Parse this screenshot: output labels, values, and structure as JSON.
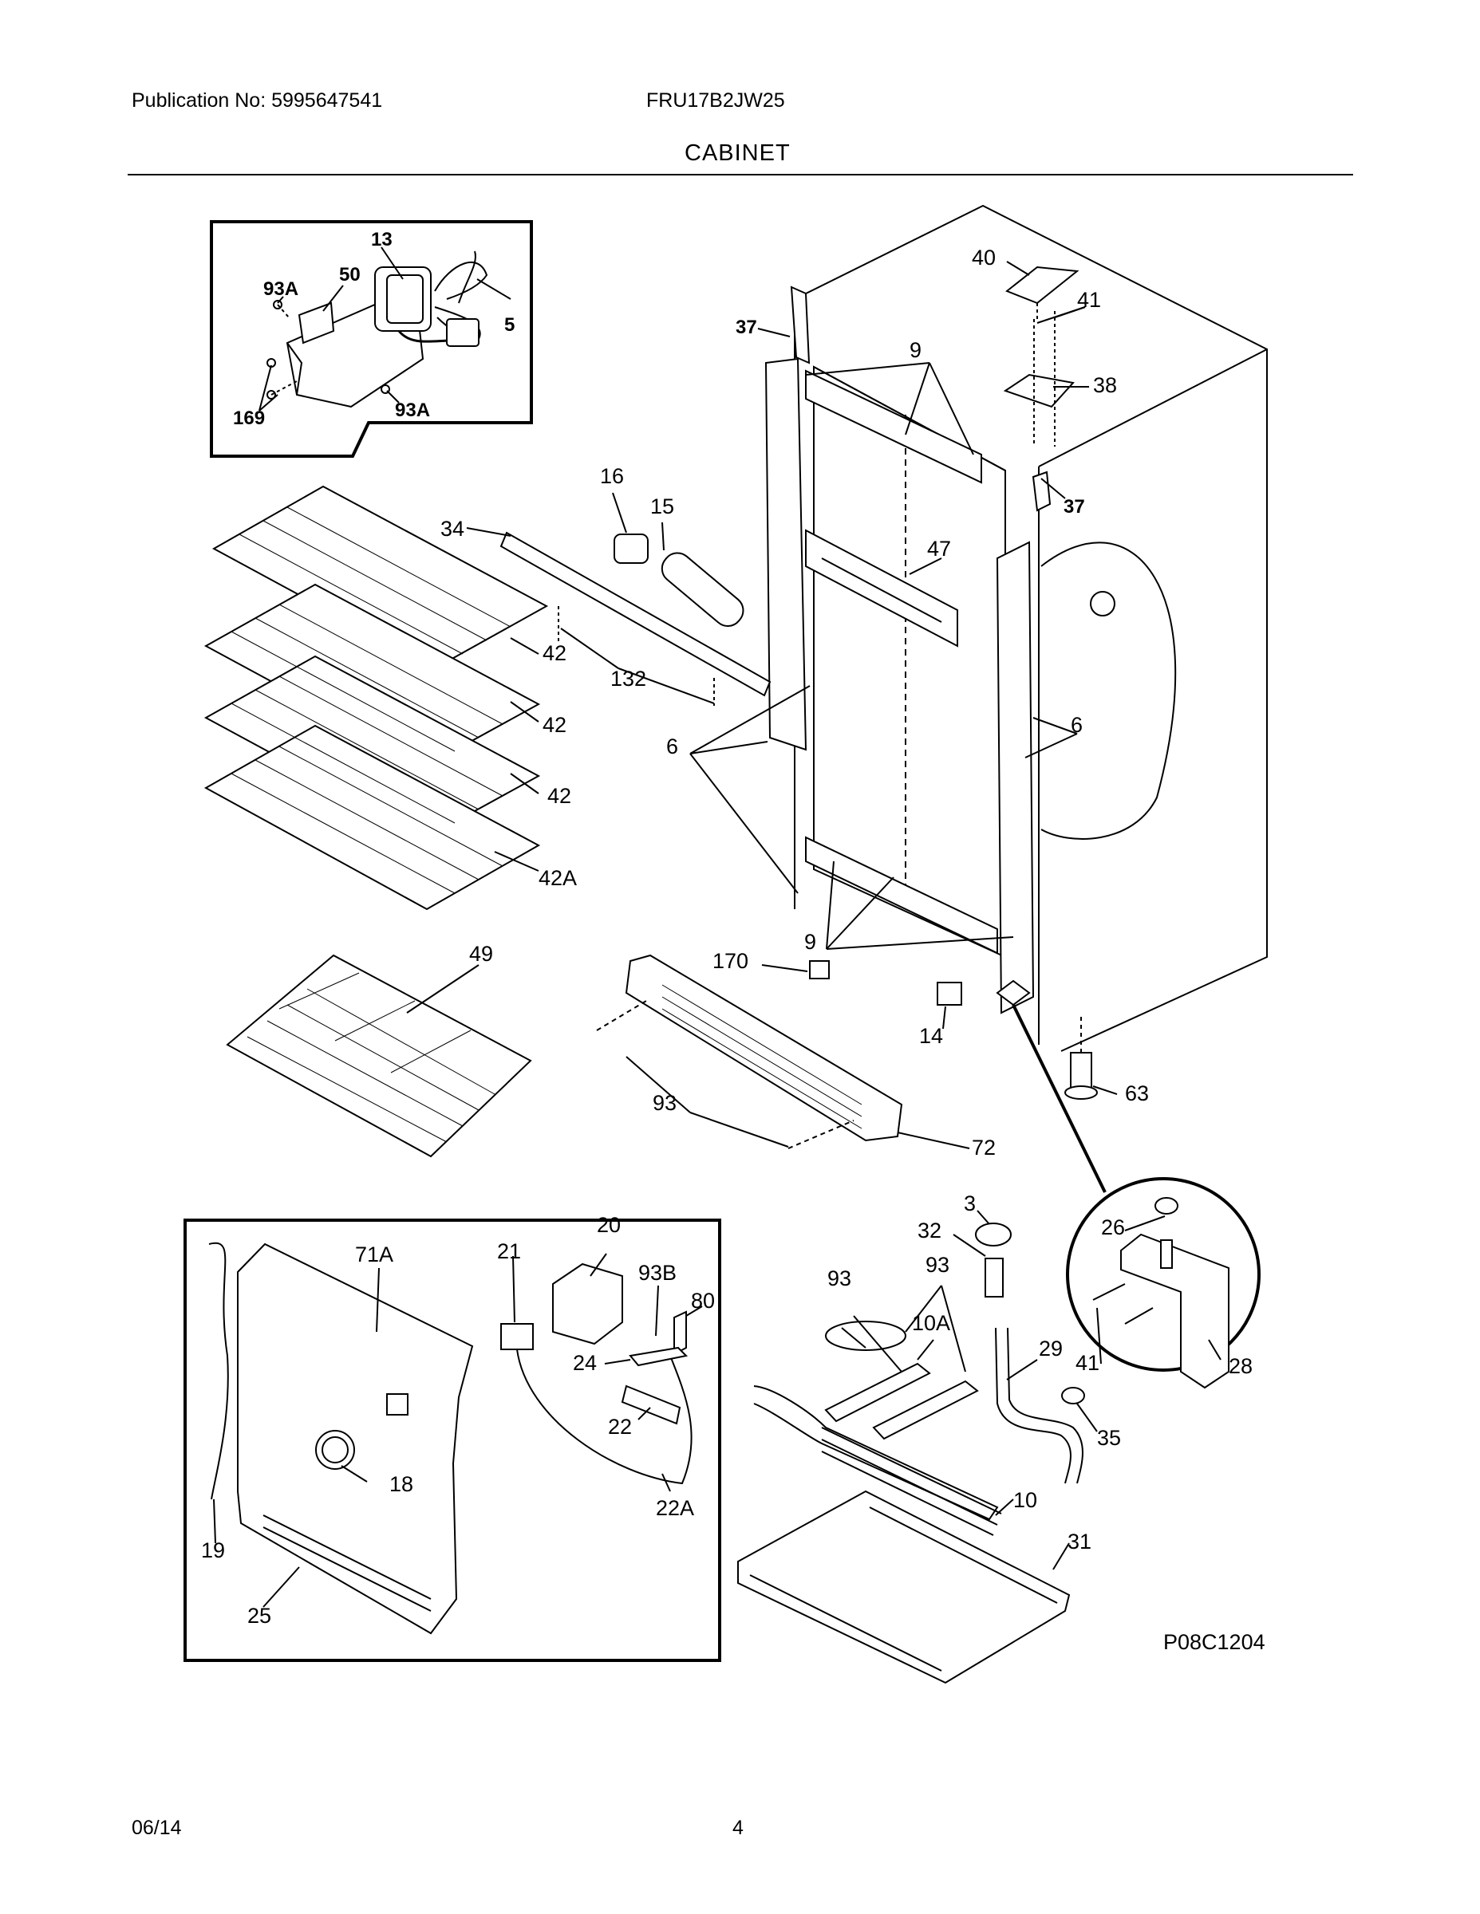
{
  "header": {
    "publication": "Publication No: 5995647541",
    "model": "FRU17B2JW25",
    "section": "CABINET"
  },
  "footer": {
    "date": "06/14",
    "page": "4"
  },
  "diagram": {
    "code": "P08C1204",
    "parts": {
      "p13": "13",
      "p93A_a": "93A",
      "p50": "50",
      "p5": "5",
      "p169": "169",
      "p93A_b": "93A",
      "p40": "40",
      "p41_top": "41",
      "p37_top": "37",
      "p9_top": "9",
      "p38": "38",
      "p37_right": "37",
      "p16": "16",
      "p15": "15",
      "p34": "34",
      "p47": "47",
      "p42_a": "42",
      "p132": "132",
      "p42_b": "42",
      "p6_left": "6",
      "p6_right": "6",
      "p42_c": "42",
      "p42A": "42A",
      "p49": "49",
      "p9_bottom": "9",
      "p170": "170",
      "p14": "14",
      "p63": "63",
      "p93_mid": "93",
      "p72": "72",
      "p71A": "71A",
      "p21": "21",
      "p20": "20",
      "p93B": "93B",
      "p80": "80",
      "p24": "24",
      "p22": "22",
      "p18": "18",
      "p22A": "22A",
      "p19": "19",
      "p25": "25",
      "p3": "3",
      "p32": "32",
      "p93_l": "93",
      "p93_r": "93",
      "p10A": "10A",
      "p29": "29",
      "p35": "35",
      "p10": "10",
      "p31": "31",
      "p26": "26",
      "p41_hinge": "41",
      "p28": "28"
    }
  }
}
